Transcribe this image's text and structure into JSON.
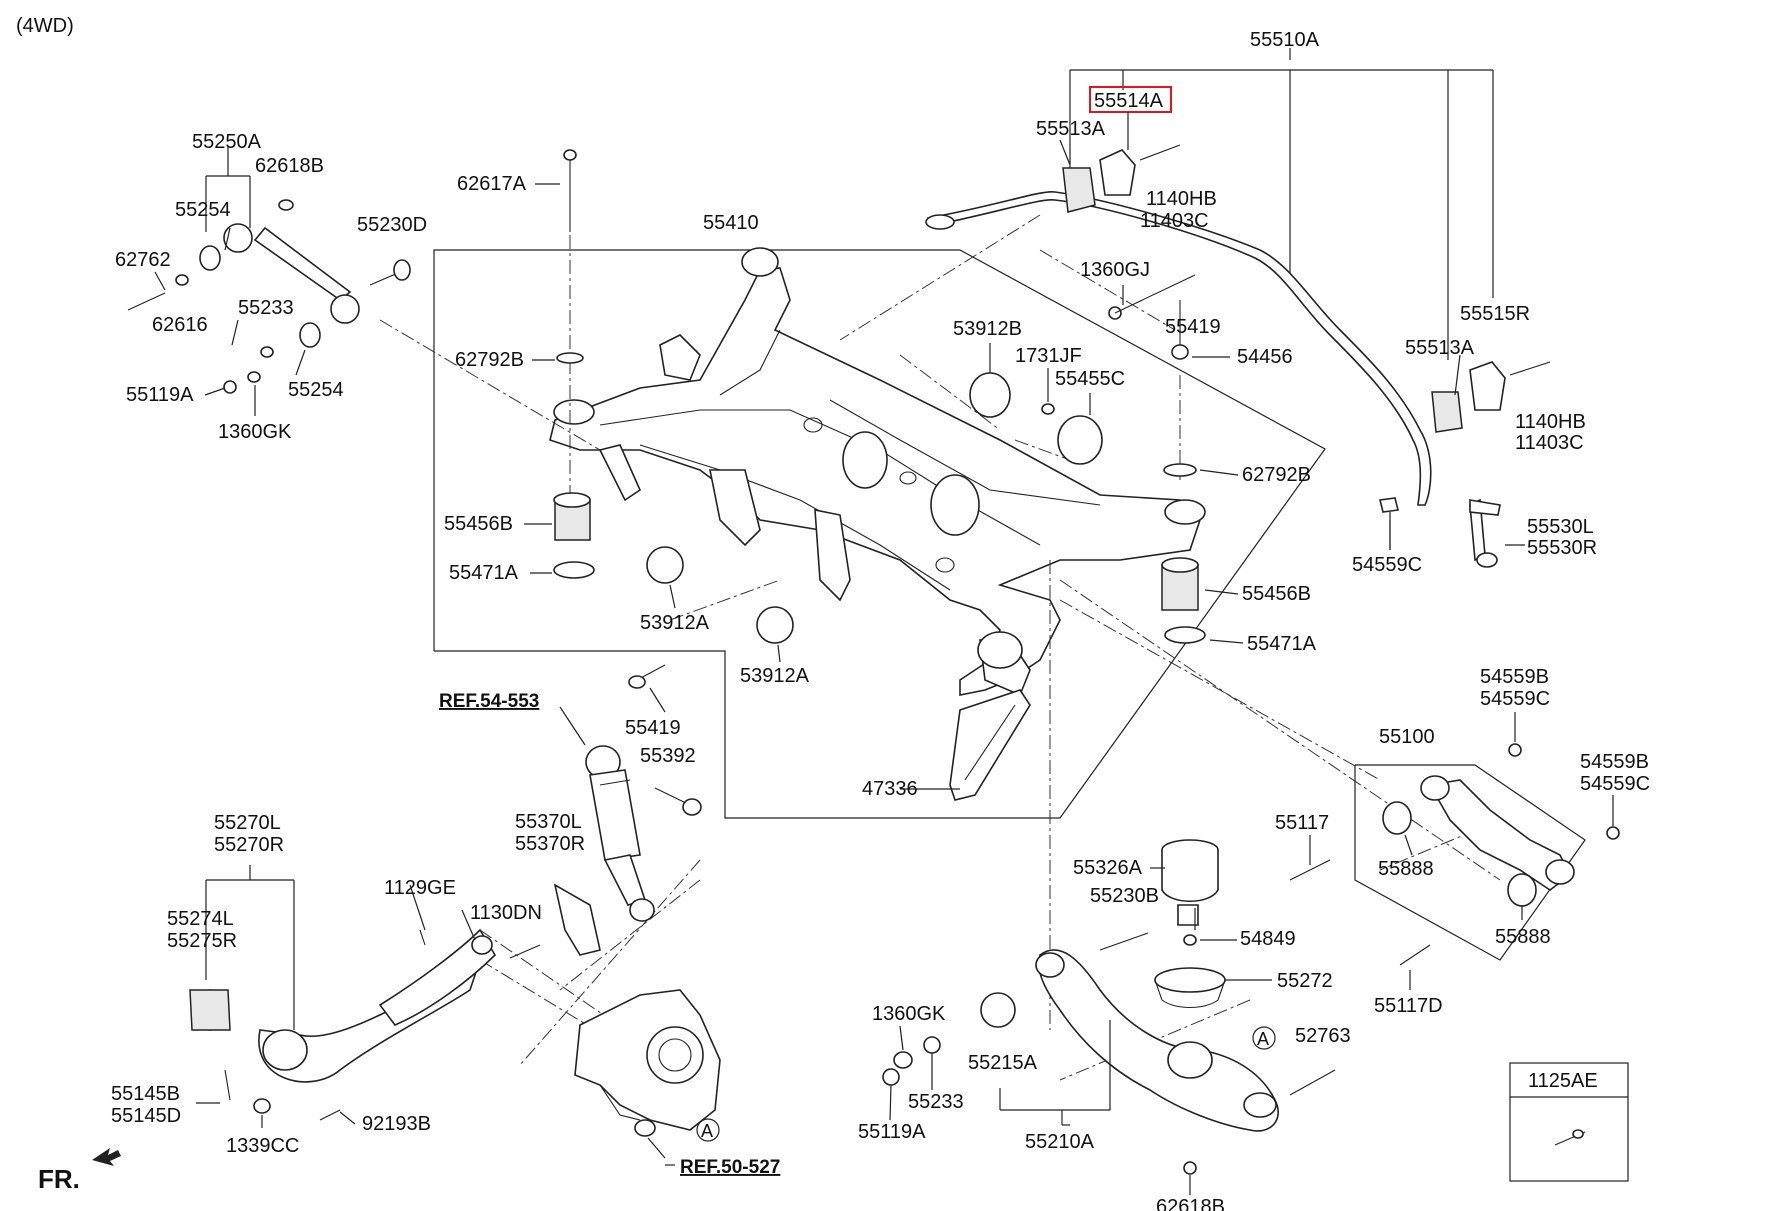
{
  "title": "(4WD)",
  "highlight": {
    "label": "55514A",
    "color": "#e0161b"
  },
  "front_marker": "FR.",
  "references": {
    "ref_shock": "REF.54-553",
    "ref_knuckle": "REF.50-527",
    "circle_a1": "A",
    "circle_a2": "A"
  },
  "inset": {
    "label": "1125AE"
  },
  "callouts": {
    "c55510A": "55510A",
    "c55513A_1": "55513A",
    "c1140HB_1": "1140HB",
    "c11403C_1": "11403C",
    "c55513A_2": "55513A",
    "c55515R": "55515R",
    "c1140HB_2": "1140HB",
    "c11403C_2": "11403C",
    "c55530L": "55530L",
    "c55530R": "55530R",
    "c54559C_1": "54559C",
    "c1360GJ": "1360GJ",
    "c55419_1": "55419",
    "c54456": "54456",
    "c62792B_2": "62792B",
    "c55456B_2": "55456B",
    "c55471A_2": "55471A",
    "c55410": "55410",
    "c62617A": "62617A",
    "c62792B_1": "62792B",
    "c55456B_1": "55456B",
    "c55471A_1": "55471A",
    "c53912A_1": "53912A",
    "c53912A_2": "53912A",
    "c53912B": "53912B",
    "c1731JF": "1731JF",
    "c55455C": "55455C",
    "c55419_2": "55419",
    "c55392": "55392",
    "c47336": "47336",
    "c55250A": "55250A",
    "c62618B_1": "62618B",
    "c55254_1": "55254",
    "c55230D": "55230D",
    "c62762": "62762",
    "c62616": "62616",
    "c55233_1": "55233",
    "c55254_2": "55254",
    "c55119A_1": "55119A",
    "c1360GK_1": "1360GK",
    "c55370L": "55370L",
    "c55370R": "55370R",
    "c1129GE": "1129GE",
    "c1130DN": "1130DN",
    "c55270L": "55270L",
    "c55270R": "55270R",
    "c55274L": "55274L",
    "c55275R": "55275R",
    "c55145B": "55145B",
    "c55145D": "55145D",
    "c1339CC": "1339CC",
    "c92193B": "92193B",
    "c54559B_1": "54559B",
    "c54559C_2": "54559C",
    "c55100": "55100",
    "c54559B_2": "54559B",
    "c54559C_3": "54559C",
    "c55117": "55117",
    "c55888_1": "55888",
    "c55888_2": "55888",
    "c55117D": "55117D",
    "c55326A": "55326A",
    "c55230B": "55230B",
    "c54849": "54849",
    "c55272": "55272",
    "c52763": "52763",
    "c1360GK_2": "1360GK",
    "c55215A": "55215A",
    "c55233_2": "55233",
    "c55119A_2": "55119A",
    "c55210A": "55210A",
    "c62618B_2": "62618B"
  }
}
